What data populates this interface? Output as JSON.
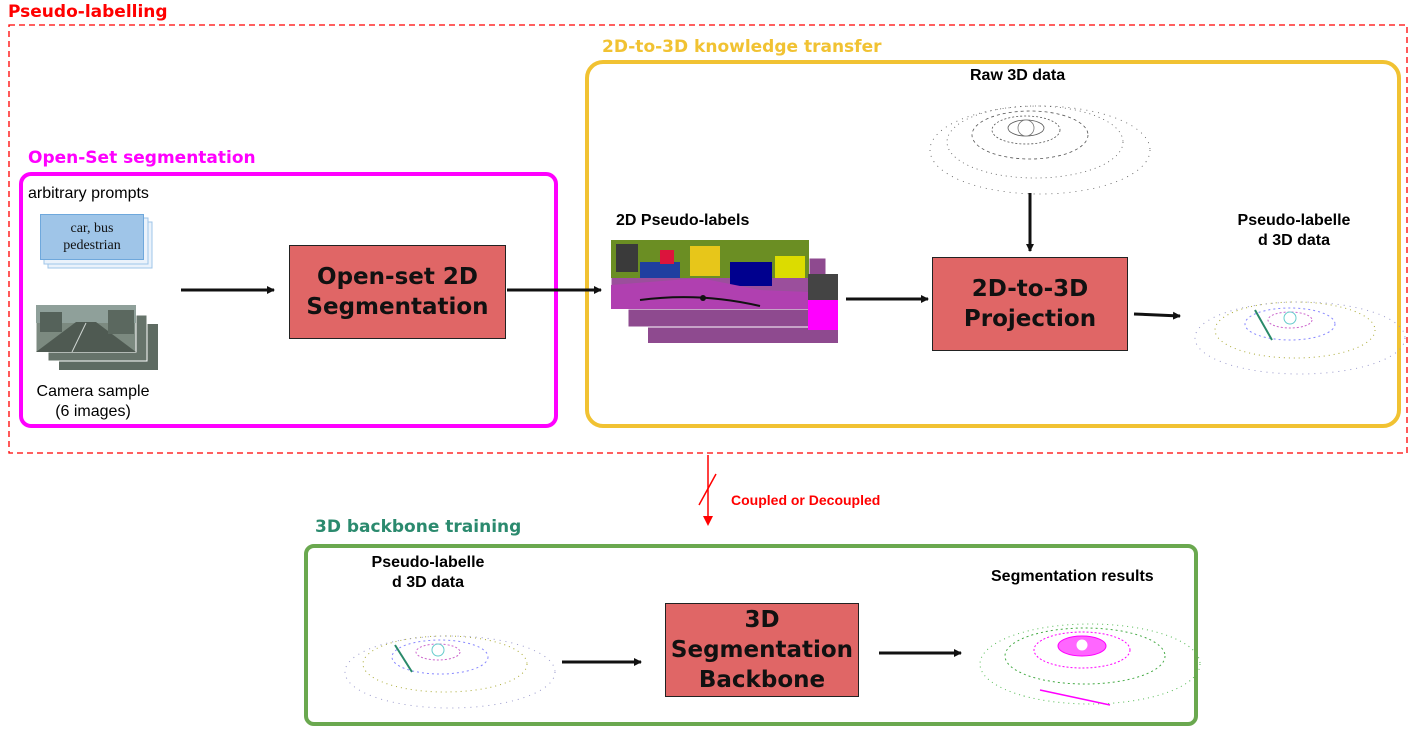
{
  "sections": {
    "pseudo_labelling": {
      "title": "Pseudo-labelling",
      "color": "#ff0000"
    },
    "open_set": {
      "title": "Open-Set segmentation",
      "color": "#ff00ff"
    },
    "knowledge_transfer": {
      "title": "2D-to-3D knowledge transfer",
      "color": "#f1c232"
    },
    "backbone_training": {
      "title": "3D backbone training",
      "color": "#6aa84f",
      "title_color": "#2b8a6e"
    }
  },
  "open_set": {
    "prompts_label": "arbitrary prompts",
    "prompt_text": "car, bus\npedestrian",
    "camera_label": "Camera sample\n(6 images)",
    "block_label": "Open-set 2D\nSegmentation"
  },
  "knowledge_transfer": {
    "pseudo_labels_label": "2D Pseudo-labels",
    "raw_label": "Raw 3D data",
    "block_label": "2D-to-3D\nProjection",
    "output_label": "Pseudo-labelle\nd 3D data"
  },
  "connector": {
    "label": "Coupled or Decoupled",
    "color": "#ff0000"
  },
  "backbone": {
    "input_label": "Pseudo-labelle\nd 3D data",
    "block_label": "3D\nSegmentation\nBackbone",
    "output_label": "Segmentation results"
  },
  "icons": [
    "prompt-stack-icon",
    "camera-image-stack-icon",
    "segmentation-map-stack-icon",
    "lidar-point-cloud-icon"
  ]
}
